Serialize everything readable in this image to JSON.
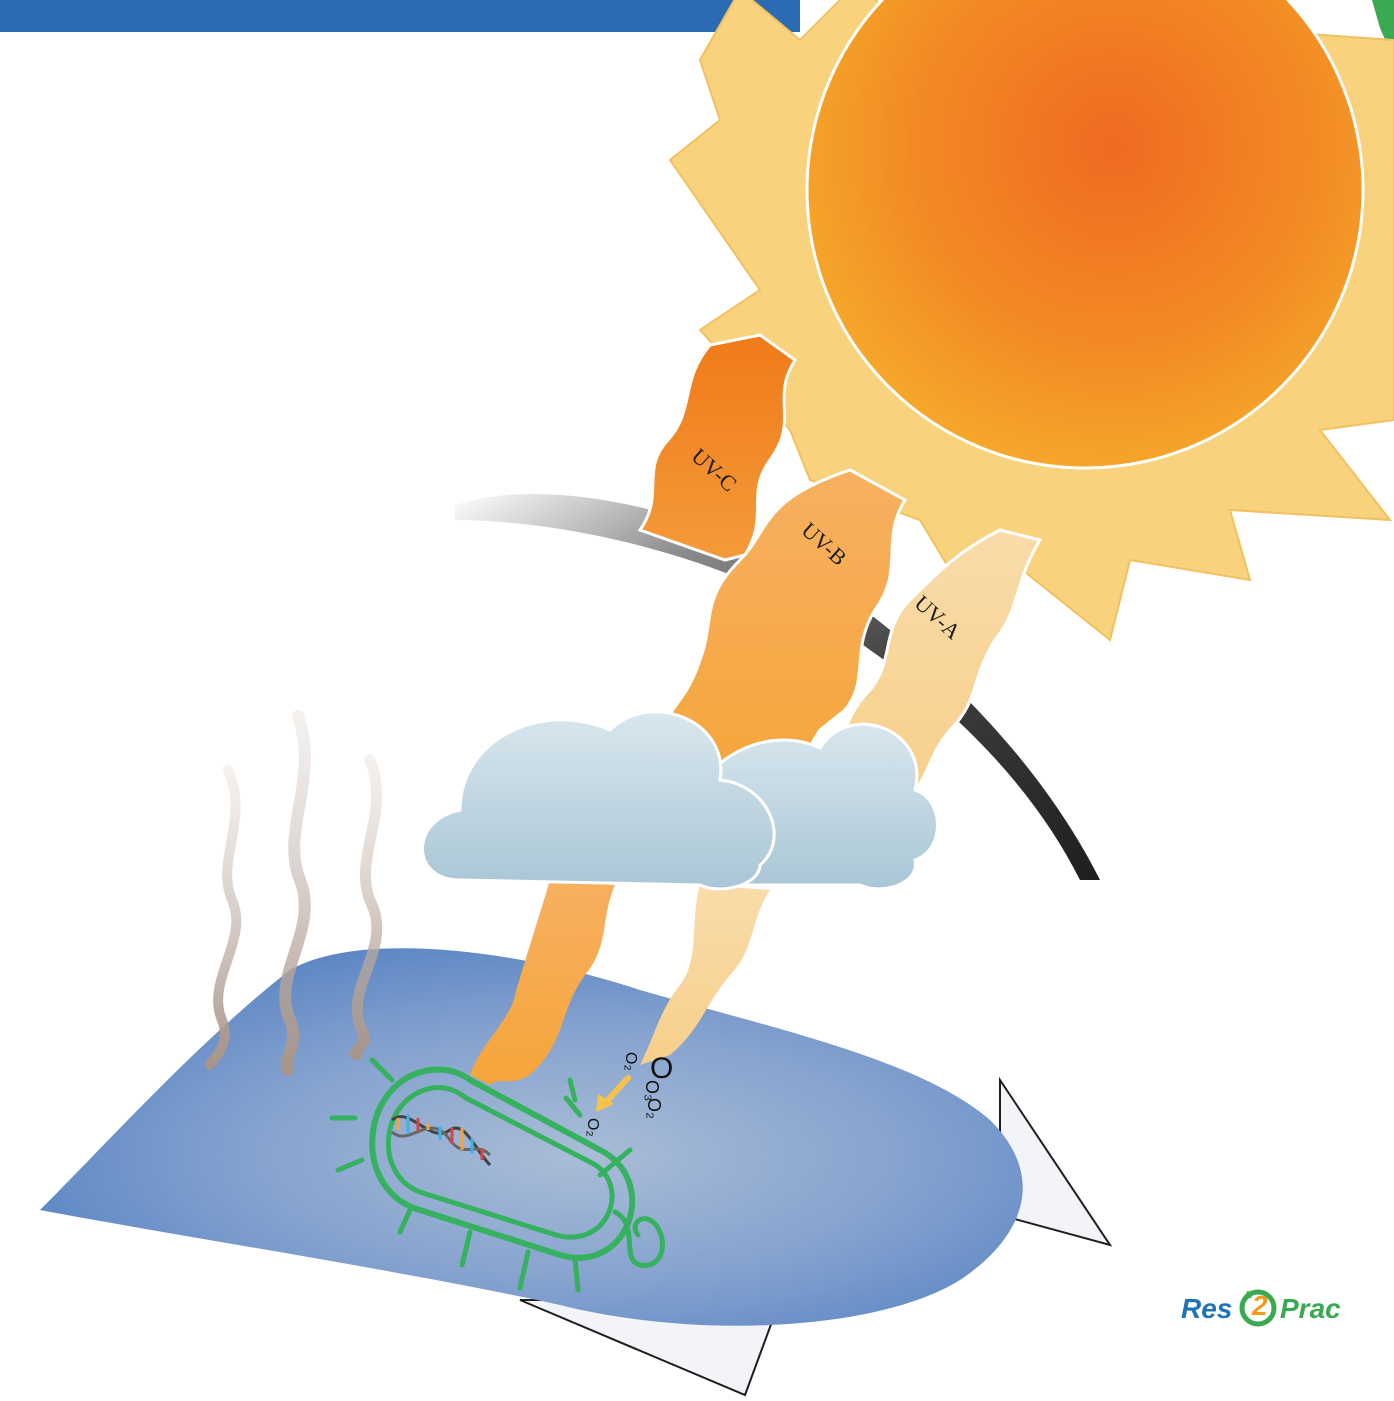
{
  "uv_labels": {
    "uvc": "UV-C",
    "uvb": "UV-B",
    "uva": "UV-A"
  },
  "molecules": {
    "o3": "O₃",
    "o2_a": "O₂",
    "o2_b": "O₂",
    "o2_c": "O₂",
    "o_big": "O"
  },
  "logo": {
    "left": "Res",
    "number": "2",
    "right": "Prac"
  },
  "colors": {
    "header_bar": "#2b6bb3",
    "sun_core": "#f07020",
    "sun_rays": "#f8d27c",
    "uvc": "#f07f1e",
    "uvb": "#f7b35a",
    "uva": "#f8d8a0",
    "surface": "#6f95c9",
    "bacterium": "#35b15f",
    "logo_blue": "#1f74b8",
    "logo_green": "#3aaa52"
  }
}
